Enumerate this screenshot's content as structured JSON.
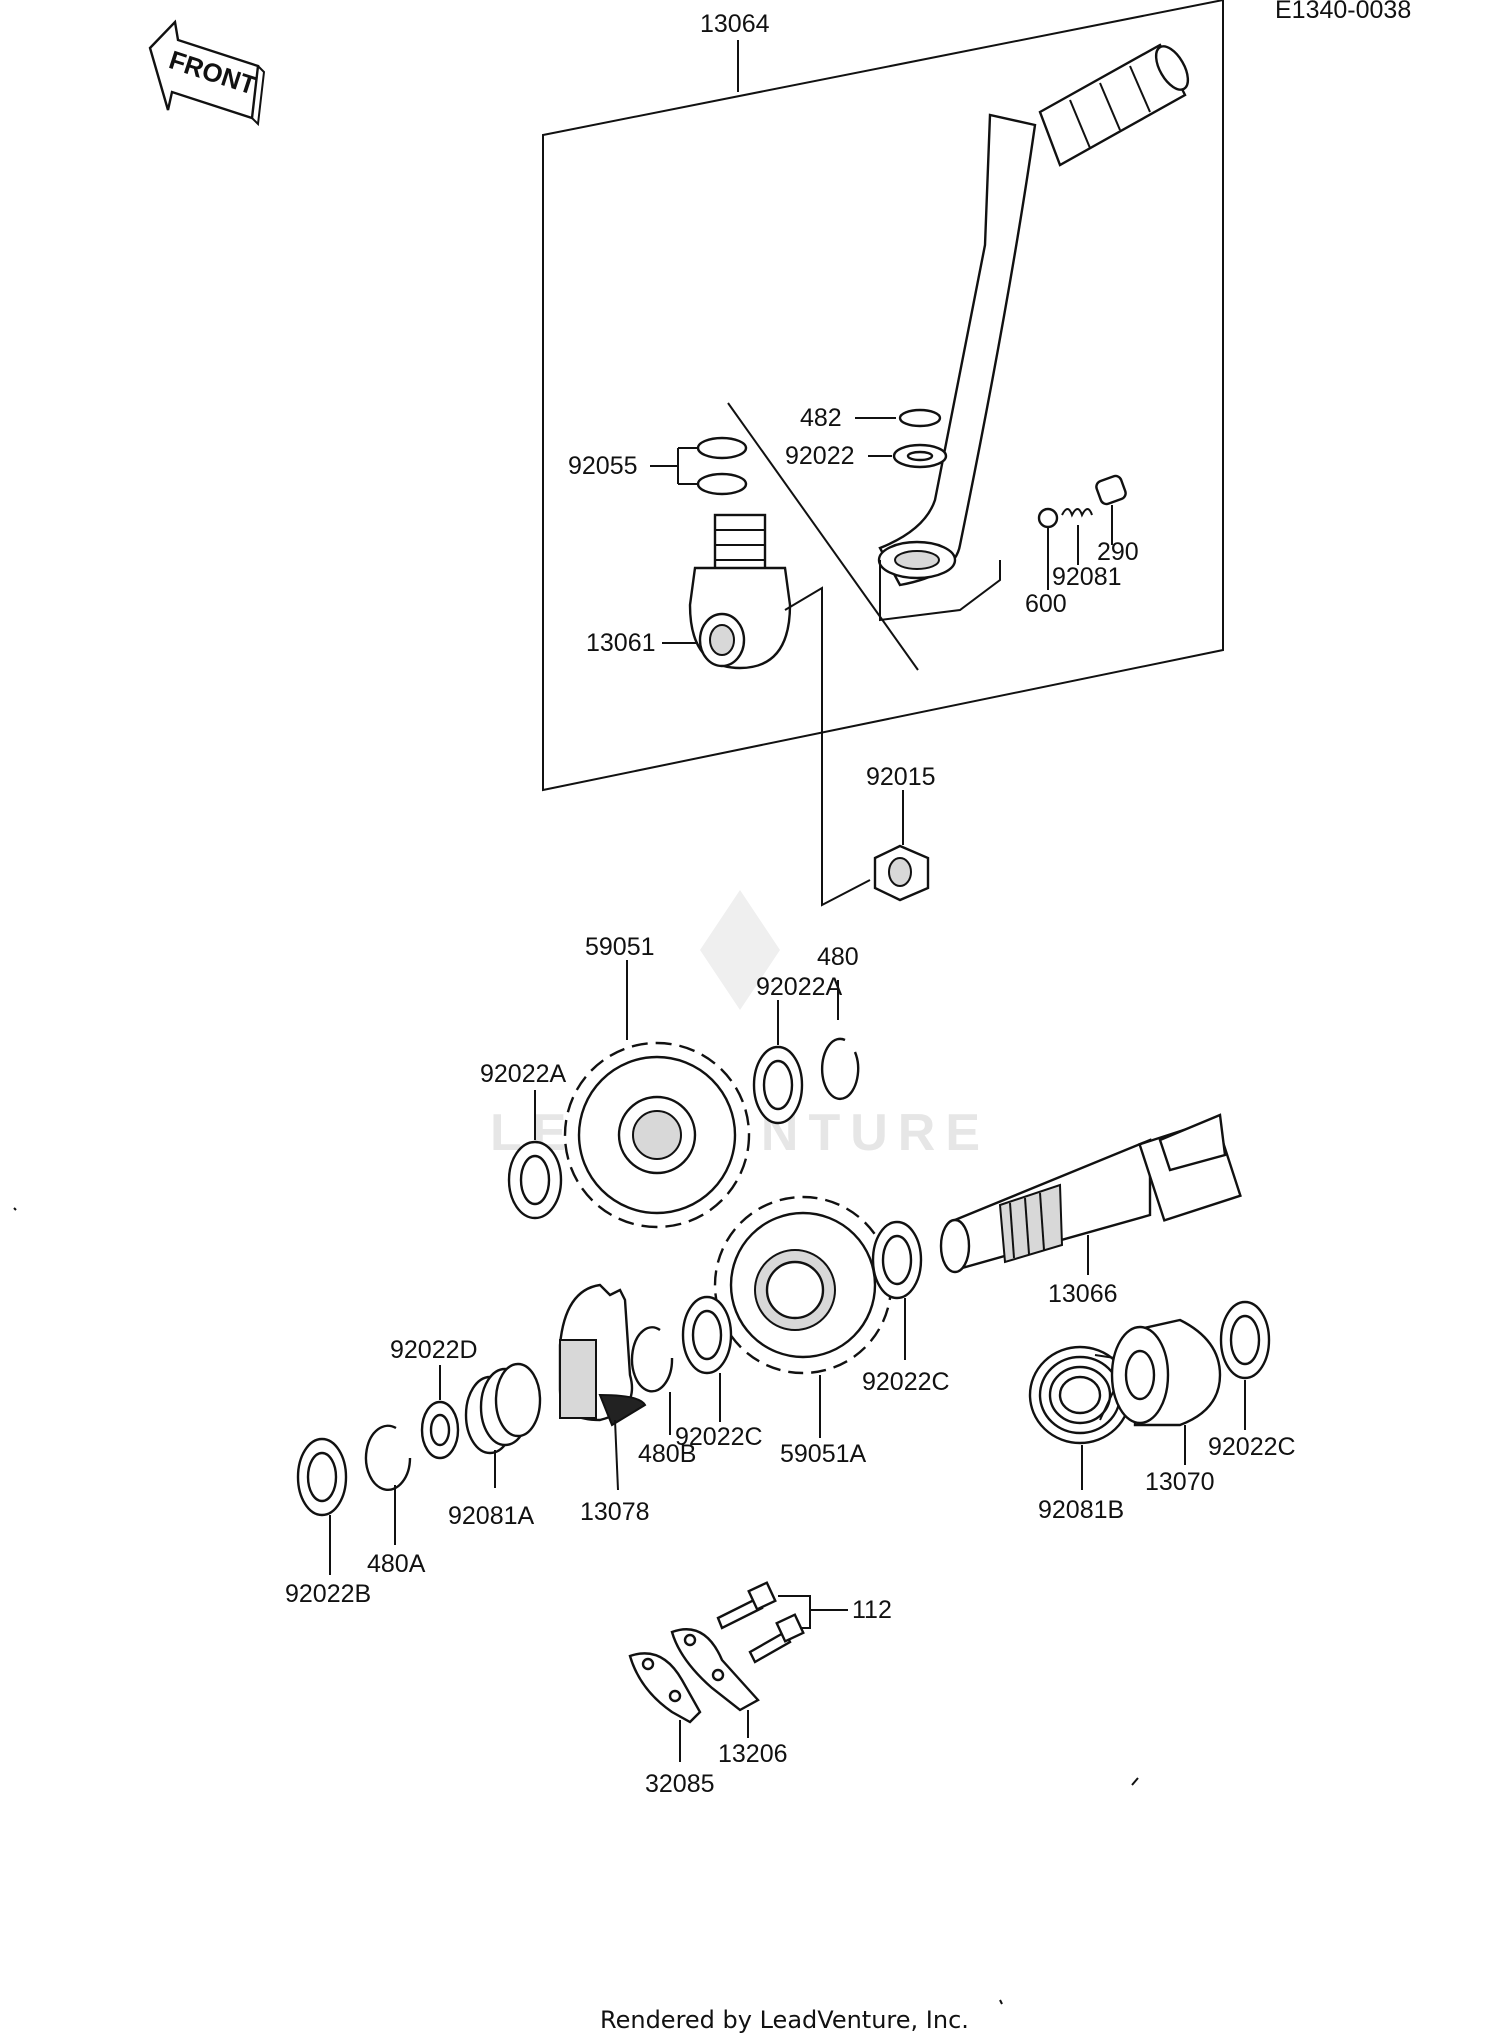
{
  "diagram": {
    "ref_code": "E1340-0038",
    "front_label": "FRONT",
    "watermark": "LEADVENTURE",
    "footer": "Rendered by LeadVenture, Inc.",
    "callouts": {
      "p13064": "13064",
      "p482": "482",
      "p92022": "92022",
      "p92055": "92055",
      "p290": "290",
      "p92081": "92081",
      "p600": "600",
      "p13061": "13061",
      "p92015": "92015",
      "p59051": "59051",
      "p92022A_top": "92022A",
      "p480": "480",
      "p92022A_left": "92022A",
      "p13066": "13066",
      "p92022D": "92022D",
      "p92022C_mid": "92022C",
      "p92022C_low": "92022C",
      "p480B": "480B",
      "p59051A": "59051A",
      "p92022C_right": "92022C",
      "p13070": "13070",
      "p92081B": "92081B",
      "p13078": "13078",
      "p92081A": "92081A",
      "p480A": "480A",
      "p92022B": "92022B",
      "p112": "112",
      "p13206": "13206",
      "p32085": "32085"
    }
  }
}
